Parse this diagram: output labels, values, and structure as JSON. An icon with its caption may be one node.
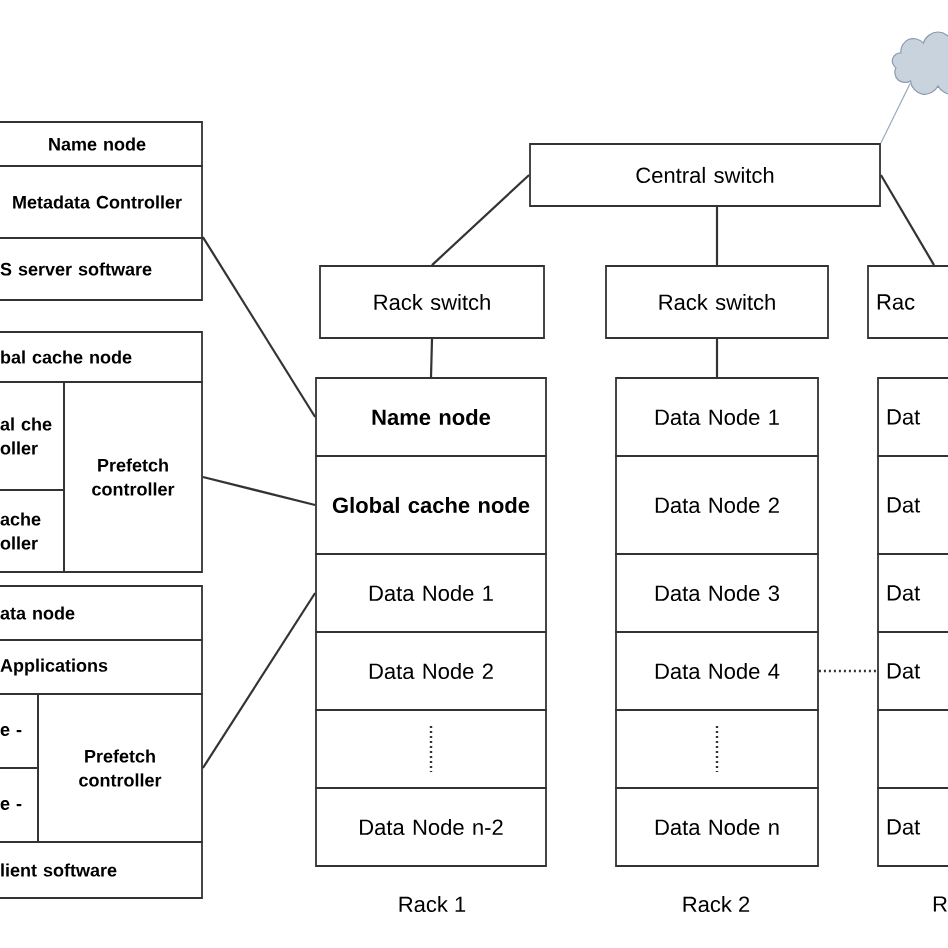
{
  "diagram": {
    "nodes": [
      {
        "text": [
          "Name node"
        ]
      },
      {
        "text": [
          "Metadata Controller"
        ]
      },
      {
        "text": [
          "S server software"
        ]
      },
      {
        "text": [
          "bal cache node"
        ]
      },
      {
        "text": [
          "al che oller"
        ]
      },
      {
        "text": [
          "ache oller"
        ]
      },
      {
        "text": [
          "Prefetch controller"
        ]
      },
      {
        "text": [
          "ata node"
        ]
      },
      {
        "text": [
          "Applications"
        ]
      },
      {
        "text": [
          "e -"
        ]
      },
      {
        "text": [
          "e -"
        ]
      },
      {
        "text": [
          "Prefetch controller"
        ]
      },
      {
        "text": [
          "lient software"
        ]
      },
      {
        "text": [],
        "shape": "cloud"
      },
      {
        "text": [
          "Central switch"
        ]
      },
      {
        "text": [
          "Rack switch"
        ]
      },
      {
        "text": [
          "Rack switch"
        ]
      },
      {
        "text": [
          "Rac"
        ]
      },
      {
        "text": [
          "Name node"
        ]
      },
      {
        "text": [
          "Global cache node"
        ]
      },
      {
        "text": [
          "Data Node 1"
        ]
      },
      {
        "text": [
          "Data Node 2"
        ]
      },
      {
        "text": [],
        "shape": "box"
      },
      {
        "text": [
          "Data Node n-2"
        ]
      },
      {
        "text": [
          "Data Node 1"
        ]
      },
      {
        "text": [
          "Data Node 2"
        ]
      },
      {
        "text": [
          "Data Node 3"
        ]
      },
      {
        "text": [
          "Data Node 4"
        ]
      },
      {
        "text": [],
        "shape": "box"
      },
      {
        "text": [
          "Data Node n"
        ]
      },
      {
        "text": [
          "Dat"
        ]
      },
      {
        "text": [
          "Dat"
        ]
      },
      {
        "text": [
          "Dat"
        ]
      },
      {
        "text": [
          "Dat"
        ]
      },
      {
        "text": [],
        "shape": "box"
      },
      {
        "text": [
          "Dat"
        ]
      }
    ],
    "edges": [
      {
        "from": 14,
        "to": 15,
        "arrow": "none"
      },
      {
        "from": 14,
        "to": 16,
        "arrow": "none"
      },
      {
        "from": 14,
        "to": 17,
        "arrow": "none"
      },
      {
        "from": 14,
        "to": 13,
        "arrow": "none",
        "color": "#9aa9b8"
      },
      {
        "from": 15,
        "to": 18,
        "arrow": "none"
      },
      {
        "from": 16,
        "to": 24,
        "arrow": "none"
      },
      {
        "from": 2,
        "to": 18,
        "arrow": "none"
      },
      {
        "from": 6,
        "to": 19,
        "arrow": "none"
      },
      {
        "from": 11,
        "to": 20,
        "arrow": "none"
      },
      {
        "from": 27,
        "to": 33,
        "arrow": "none",
        "style": "dashed"
      }
    ],
    "labels": [
      "Rack 1",
      "Rack 2",
      "R"
    ]
  }
}
